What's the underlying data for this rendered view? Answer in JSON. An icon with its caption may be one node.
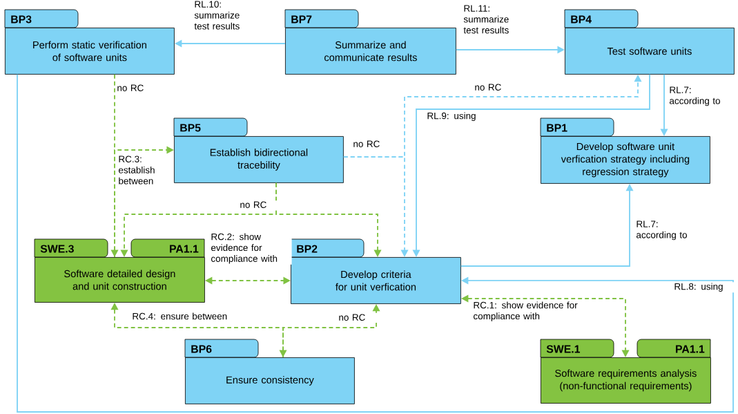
{
  "diagram": {
    "nodes": [
      {
        "text": [
          "BP3",
          "Perform static verification of software units"
        ]
      },
      {
        "text": [
          "BP7",
          "Summarize and communicate results"
        ]
      },
      {
        "text": [
          "BP4",
          "Test software units"
        ]
      },
      {
        "text": [
          "BP5",
          "Establish bidirectional tracebility"
        ]
      },
      {
        "text": [
          "BP1",
          "Develop software unit verfication strategy including regression strategy"
        ]
      },
      {
        "text": [
          "SWE.3",
          "PA1.1",
          "Software detailed design and unit construction"
        ]
      },
      {
        "text": [
          "BP2",
          "Develop criteria for unit verfication"
        ]
      },
      {
        "text": [
          "BP6",
          "Ensure consistency"
        ]
      },
      {
        "text": [
          "SWE.1",
          "PA1.1",
          "Software requirements analysis (non-functional requirements)"
        ]
      }
    ],
    "edges": [
      {
        "from": 1,
        "to": 0,
        "arrow": "to",
        "label": "RL.10: summarize test results"
      },
      {
        "from": 1,
        "to": 2,
        "arrow": "to",
        "label": "RL.11: summarize test results"
      },
      {
        "from": 2,
        "to": 4,
        "arrow": "to",
        "label": "RL.7: according to"
      },
      {
        "from": 2,
        "to": 6,
        "arrow": "to",
        "label": "RL.9: using"
      },
      {
        "from": 3,
        "to": 2,
        "arrow": "to",
        "label": "no RC",
        "style": "dashed"
      },
      {
        "from": 3,
        "to": 6,
        "arrow": "to",
        "label": "no RC",
        "style": "dashed"
      },
      {
        "from": 0,
        "to": 6,
        "arrow": "to",
        "label": "RL.8: using"
      },
      {
        "from": 6,
        "to": 4,
        "arrow": "to",
        "label": "RL.7: according to"
      },
      {
        "from": 0,
        "to": 5,
        "arrow": "to",
        "label": "no RC",
        "style": "dashed",
        "color": "#80c242"
      },
      {
        "from": 5,
        "to": 3,
        "arrow": "to",
        "label": "RC.3: establish between",
        "style": "dashed",
        "color": "#80c242"
      },
      {
        "from": 3,
        "to": 5,
        "arrow": "to",
        "label": "no RC",
        "style": "dashed",
        "color": "#80c242"
      },
      {
        "from": 3,
        "to": 6,
        "arrow": "to",
        "style": "dashed",
        "color": "#80c242"
      },
      {
        "from": 5,
        "to": 6,
        "arrow": "both",
        "label": "RC.2: show evidence for compliance with",
        "style": "dashed",
        "color": "#80c242"
      },
      {
        "from": 5,
        "to": 7,
        "arrow": "both",
        "label": "RC.4: ensure between",
        "style": "dashed",
        "color": "#80c242"
      },
      {
        "from": 7,
        "to": 6,
        "arrow": "to",
        "label": "no RC",
        "style": "dashed",
        "color": "#80c242"
      },
      {
        "from": 6,
        "to": 8,
        "arrow": "both",
        "label": "RC.1: show evidence for compliance with",
        "style": "dashed",
        "color": "#80c242"
      }
    ]
  }
}
